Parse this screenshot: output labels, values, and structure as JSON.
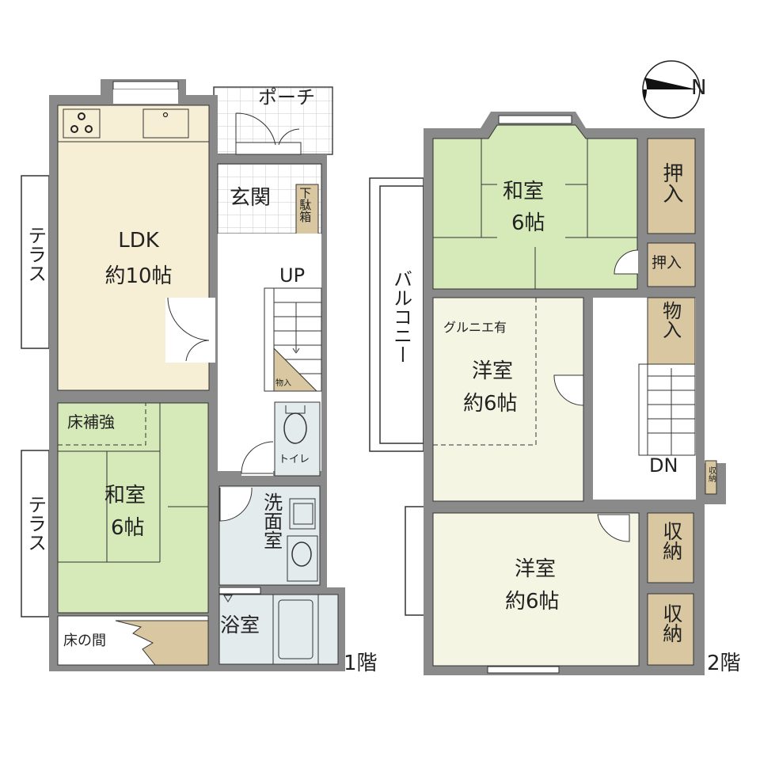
{
  "compass": {
    "label": "N"
  },
  "floor1": {
    "label": "1階",
    "rooms": {
      "ldk": {
        "name": "LDK",
        "size": "約10帖"
      },
      "porch": {
        "name": "ポーチ"
      },
      "entrance": {
        "name": "玄関"
      },
      "shoe_box": {
        "name": "下駄箱"
      },
      "up": {
        "name": "UP"
      },
      "storage_under_stairs": {
        "name": "物入"
      },
      "washitsu": {
        "name": "和室",
        "size": "6帖"
      },
      "floor_reinforce": {
        "name": "床補強"
      },
      "tokonoma": {
        "name": "床の間"
      },
      "toilet": {
        "name": "トイレ"
      },
      "washroom": {
        "name": "洗面室"
      },
      "bath": {
        "name": "浴室"
      },
      "terrace_top": {
        "name": "テラス"
      },
      "terrace_bottom": {
        "name": "テラス"
      }
    }
  },
  "floor2": {
    "label": "2階",
    "rooms": {
      "washitsu": {
        "name": "和室",
        "size": "6帖"
      },
      "oshiire1": {
        "name": "押入"
      },
      "oshiire2": {
        "name": "押入"
      },
      "balcony": {
        "name": "バルコニー"
      },
      "storage": {
        "name": "物入"
      },
      "yoshitsu1": {
        "name": "洋室",
        "size": "約6帖",
        "note": "グルニエ有"
      },
      "dn": {
        "name": "DN"
      },
      "small_storage": {
        "name": "収納"
      },
      "yoshitsu2": {
        "name": "洋室",
        "size": "約6帖"
      },
      "closet1": {
        "name": "収納"
      },
      "closet2": {
        "name": "収納"
      }
    }
  },
  "colors": {
    "wall": "#8a8a8a",
    "ldk": "#f7eed6",
    "tatami": "#d6e9b8",
    "wet": "#e4ebec",
    "storage": "#d8c7a0",
    "western": "#f5f5e4",
    "tile": "#ffffff"
  }
}
